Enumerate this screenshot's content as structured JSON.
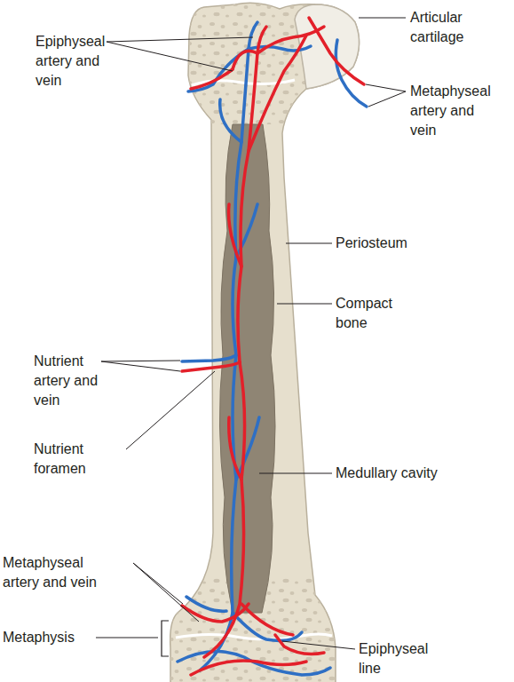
{
  "diagram": {
    "labels": [
      "Epiphyseal artery and vein",
      "Articular cartilage",
      "Metaphyseal artery and vein",
      "Periosteum",
      "Compact bone",
      "Nutrient artery and vein",
      "Nutrient foramen",
      "Medullary cavity",
      "Metaphyseal artery and vein",
      "Metaphysis",
      "Epiphyseal line"
    ]
  }
}
